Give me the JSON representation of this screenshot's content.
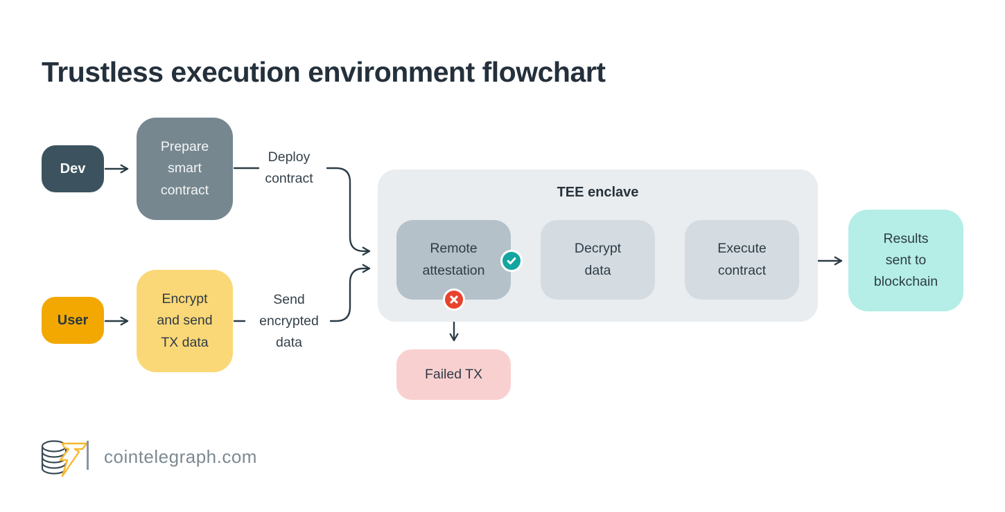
{
  "title": "Trustless execution environment flowchart",
  "diagram": {
    "nodes": {
      "dev": {
        "label": "Dev"
      },
      "prepare_smart_contract": {
        "label": "Prepare\nsmart\ncontract"
      },
      "user": {
        "label": "User"
      },
      "encrypt_send_tx": {
        "label": "Encrypt\nand send\nTX data"
      },
      "remote_attestation": {
        "label": "Remote\nattestation"
      },
      "decrypt_data": {
        "label": "Decrypt\ndata"
      },
      "execute_contract": {
        "label": "Execute\ncontract"
      },
      "results_blockchain": {
        "label": "Results\nsent to\nblockchain"
      },
      "failed_tx": {
        "label": "Failed TX"
      }
    },
    "container": {
      "label": "TEE enclave"
    },
    "edge_labels": {
      "deploy_contract": "Deploy\ncontract",
      "send_encrypted_data": "Send\nencrypted\ndata"
    },
    "badges": {
      "success": {
        "icon": "check-icon",
        "color": "#14a5a0"
      },
      "failure": {
        "icon": "cross-icon",
        "color": "#e8432d"
      }
    },
    "colors": {
      "dev_bg": "#3c535f",
      "prepare_bg": "#76878f",
      "user_bg": "#f2a800",
      "encrypt_bg": "#fbd877",
      "enclave_bg": "#e9edf0",
      "remote_bg": "#b5c1c9",
      "step_bg": "#d4dce1",
      "results_bg": "#b4eee6",
      "failed_bg": "#f9d0d0",
      "arrow": "#2b3b45",
      "title_text": "#24303b",
      "node_text_dark": "#2e3b45",
      "node_text_light": "#f4f6f7"
    }
  },
  "footer": {
    "brand": "cointelegraph.com",
    "logo_yellow": "#f5b82e",
    "logo_dark": "#3a4a55",
    "text_color": "#7d8992"
  }
}
